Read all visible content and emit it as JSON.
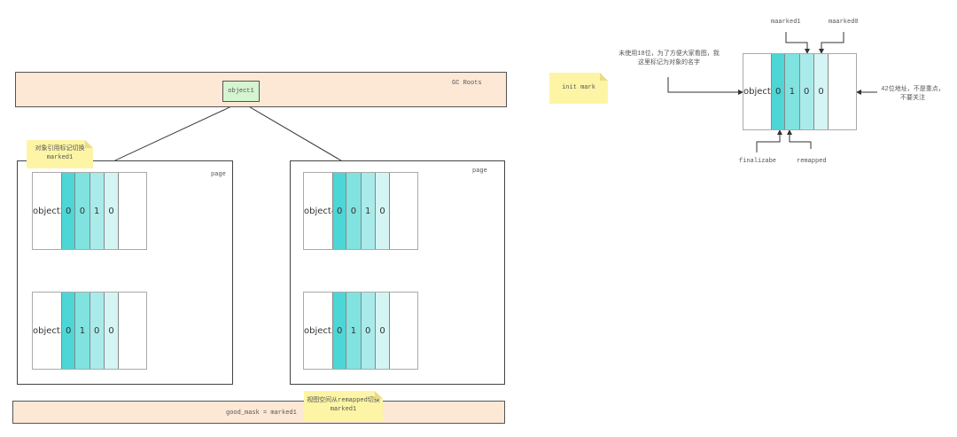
{
  "gc_roots": {
    "label": "GC Roots",
    "root_object": "object1"
  },
  "pages": [
    {
      "label": "page"
    },
    {
      "label": "page"
    }
  ],
  "objects": [
    {
      "name": "object2",
      "bits": [
        "0",
        "0",
        "1",
        "0"
      ]
    },
    {
      "name": "object3",
      "bits": [
        "0",
        "1",
        "0",
        "0"
      ]
    },
    {
      "name": "object4",
      "bits": [
        "0",
        "0",
        "1",
        "0"
      ]
    },
    {
      "name": "object5",
      "bits": [
        "0",
        "1",
        "0",
        "0"
      ]
    }
  ],
  "notes": {
    "switch_note": "对象引用标记切换\nmarked1",
    "view_note": "视图空间从remapped切换\nmarked1",
    "init_mark": "init mark"
  },
  "good_mask": "good_mask = marked1",
  "legend": {
    "object": {
      "name": "object",
      "bits": [
        "0",
        "1",
        "0",
        "0"
      ]
    },
    "marked1": "maarked1",
    "marked0": "maarked0",
    "finalizable": "finalizabe",
    "remapped": "remapped",
    "unused_desc": "未使用18位，为了方便大家看图，我\n这里标记为对象的名字",
    "address_desc": "42位地址，不是重点，\n不要关注"
  },
  "colors": {
    "bit1": "#4dd6d6",
    "bit2": "#80e3e0",
    "bit3": "#a9ebea",
    "bit4": "#d4f5f4"
  }
}
